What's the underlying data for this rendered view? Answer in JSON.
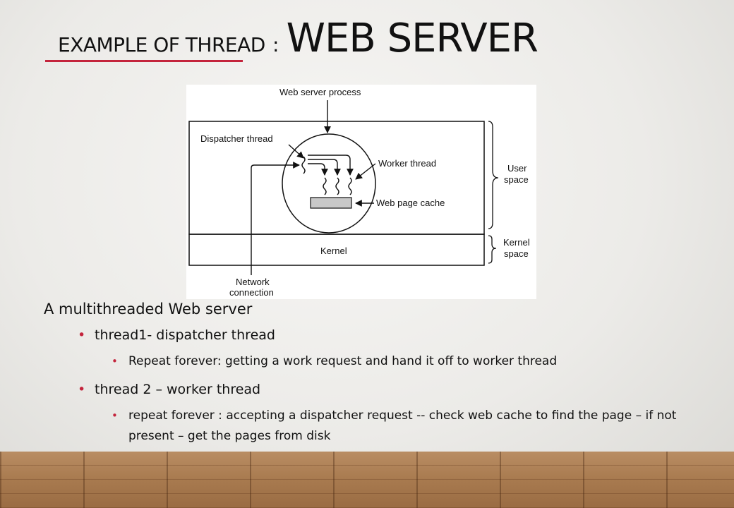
{
  "title": {
    "small": "EXAMPLE OF THREAD",
    "separator": ":",
    "big": "WEB SERVER"
  },
  "colors": {
    "accent": "#c4243c",
    "cache_fill": "#c8c8c8"
  },
  "diagram": {
    "web_server_process": "Web server process",
    "dispatcher_thread": "Dispatcher thread",
    "worker_thread": "Worker thread",
    "web_page_cache": "Web page cache",
    "user": "User",
    "space_user": "space",
    "kernel_label": "Kernel",
    "kernel_brace": "Kernel",
    "space_kernel": "space",
    "network": "Network",
    "connection": "connection"
  },
  "body": {
    "lead": "A multithreaded Web server",
    "bullets": [
      {
        "text": "thread1- dispatcher thread",
        "sub": [
          "Repeat forever: getting a work request and hand it off to worker thread"
        ]
      },
      {
        "text": "thread 2 – worker thread",
        "sub": [
          "repeat forever : accepting a dispatcher request  -- check web cache to find the page – if not present – get the pages from disk"
        ]
      }
    ]
  }
}
